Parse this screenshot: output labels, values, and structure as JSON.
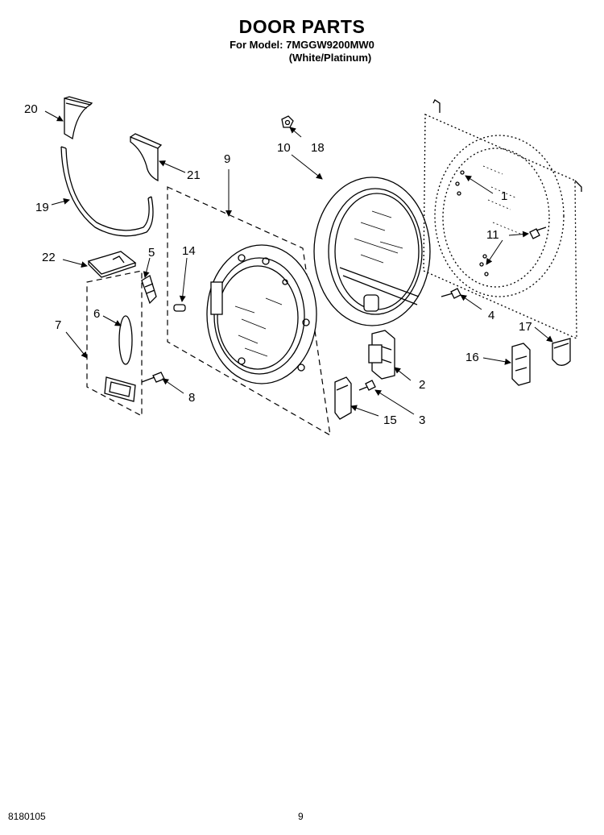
{
  "header": {
    "title": "DOOR PARTS",
    "model_line": "For Model: 7MGGW9200MW0",
    "color_line": "(White/Platinum)"
  },
  "callouts": {
    "c1": "1",
    "c2": "2",
    "c3": "3",
    "c4": "4",
    "c5": "5",
    "c6": "6",
    "c7": "7",
    "c8": "8",
    "c9": "9",
    "c10": "10",
    "c11": "11",
    "c14": "14",
    "c15": "15",
    "c16": "16",
    "c17": "17",
    "c18": "18",
    "c19": "19",
    "c20": "20",
    "c21": "21",
    "c22": "22"
  },
  "footer": {
    "doc_number": "8180105",
    "page_number": "9"
  }
}
